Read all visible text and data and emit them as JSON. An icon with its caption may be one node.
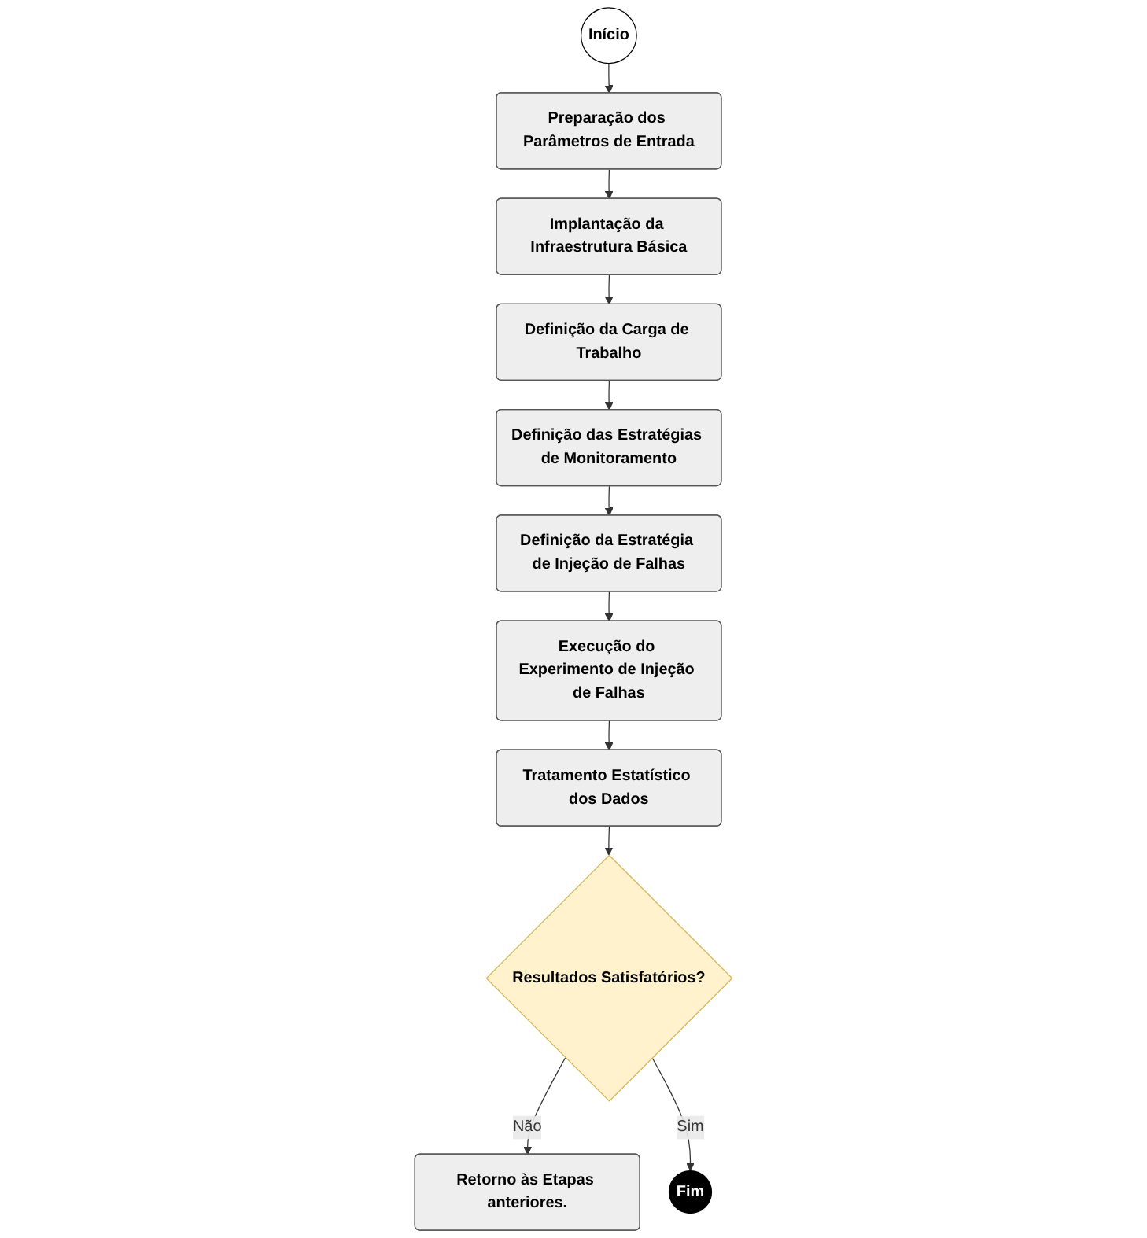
{
  "diagram": {
    "nodes": [
      {
        "text": [
          "Início"
        ]
      },
      {
        "text": [
          "Preparação dos Parâmetros de Entrada"
        ]
      },
      {
        "text": [
          "Implantação da Infraestrutura Básica"
        ]
      },
      {
        "text": [
          "Definição da Carga de Trabalho"
        ]
      },
      {
        "text": [
          "Definição das Estratégias de Monitoramento"
        ]
      },
      {
        "text": [
          "Definição da Estratégia de Injeção de Falhas"
        ]
      },
      {
        "text": [
          "Execução do Experimento de Injeção de Falhas"
        ]
      },
      {
        "text": [
          "Tratamento Estatístico dos Dados"
        ]
      },
      {
        "text": [
          "Resultados Satisfatórios?"
        ]
      },
      {
        "text": [
          "Retorno às Etapas anteriores."
        ]
      },
      {
        "text": [
          "Fim"
        ]
      }
    ],
    "edges": [
      {
        "from": 0,
        "to": 1,
        "arrow": "to"
      },
      {
        "from": 1,
        "to": 2,
        "arrow": "to"
      },
      {
        "from": 2,
        "to": 3,
        "arrow": "to"
      },
      {
        "from": 3,
        "to": 4,
        "arrow": "to"
      },
      {
        "from": 4,
        "to": 5,
        "arrow": "to"
      },
      {
        "from": 5,
        "to": 6,
        "arrow": "to"
      },
      {
        "from": 6,
        "to": 7,
        "arrow": "to"
      },
      {
        "from": 7,
        "to": 8,
        "arrow": "to"
      },
      {
        "from": 8,
        "to": 9,
        "arrow": "to",
        "label": "Não"
      },
      {
        "from": 8,
        "to": 10,
        "arrow": "to",
        "label": "Sim"
      }
    ]
  }
}
